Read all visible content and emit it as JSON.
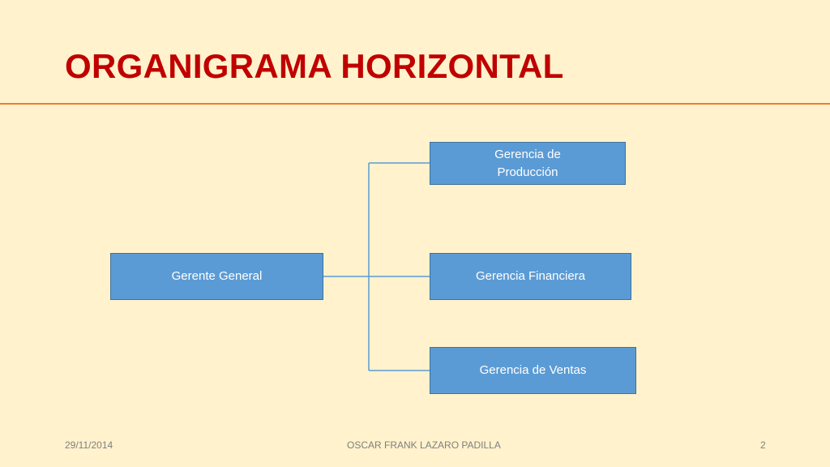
{
  "slide": {
    "title": "ORGANIGRAMA HORIZONTAL"
  },
  "org_chart": {
    "root": {
      "label": "Gerente General"
    },
    "children": [
      {
        "label": "Gerencia de Producción"
      },
      {
        "label": "Gerencia Financiera"
      },
      {
        "label": "Gerencia de Ventas"
      }
    ]
  },
  "footer": {
    "date": "29/11/2014",
    "author": "OSCAR FRANK LAZARO PADILLA",
    "page_number": "2"
  },
  "colors": {
    "background": "#fff2cc",
    "title": "#c00000",
    "rule": "#ed7d31",
    "node_fill": "#5b9bd5",
    "connector": "#5b9bd5"
  }
}
